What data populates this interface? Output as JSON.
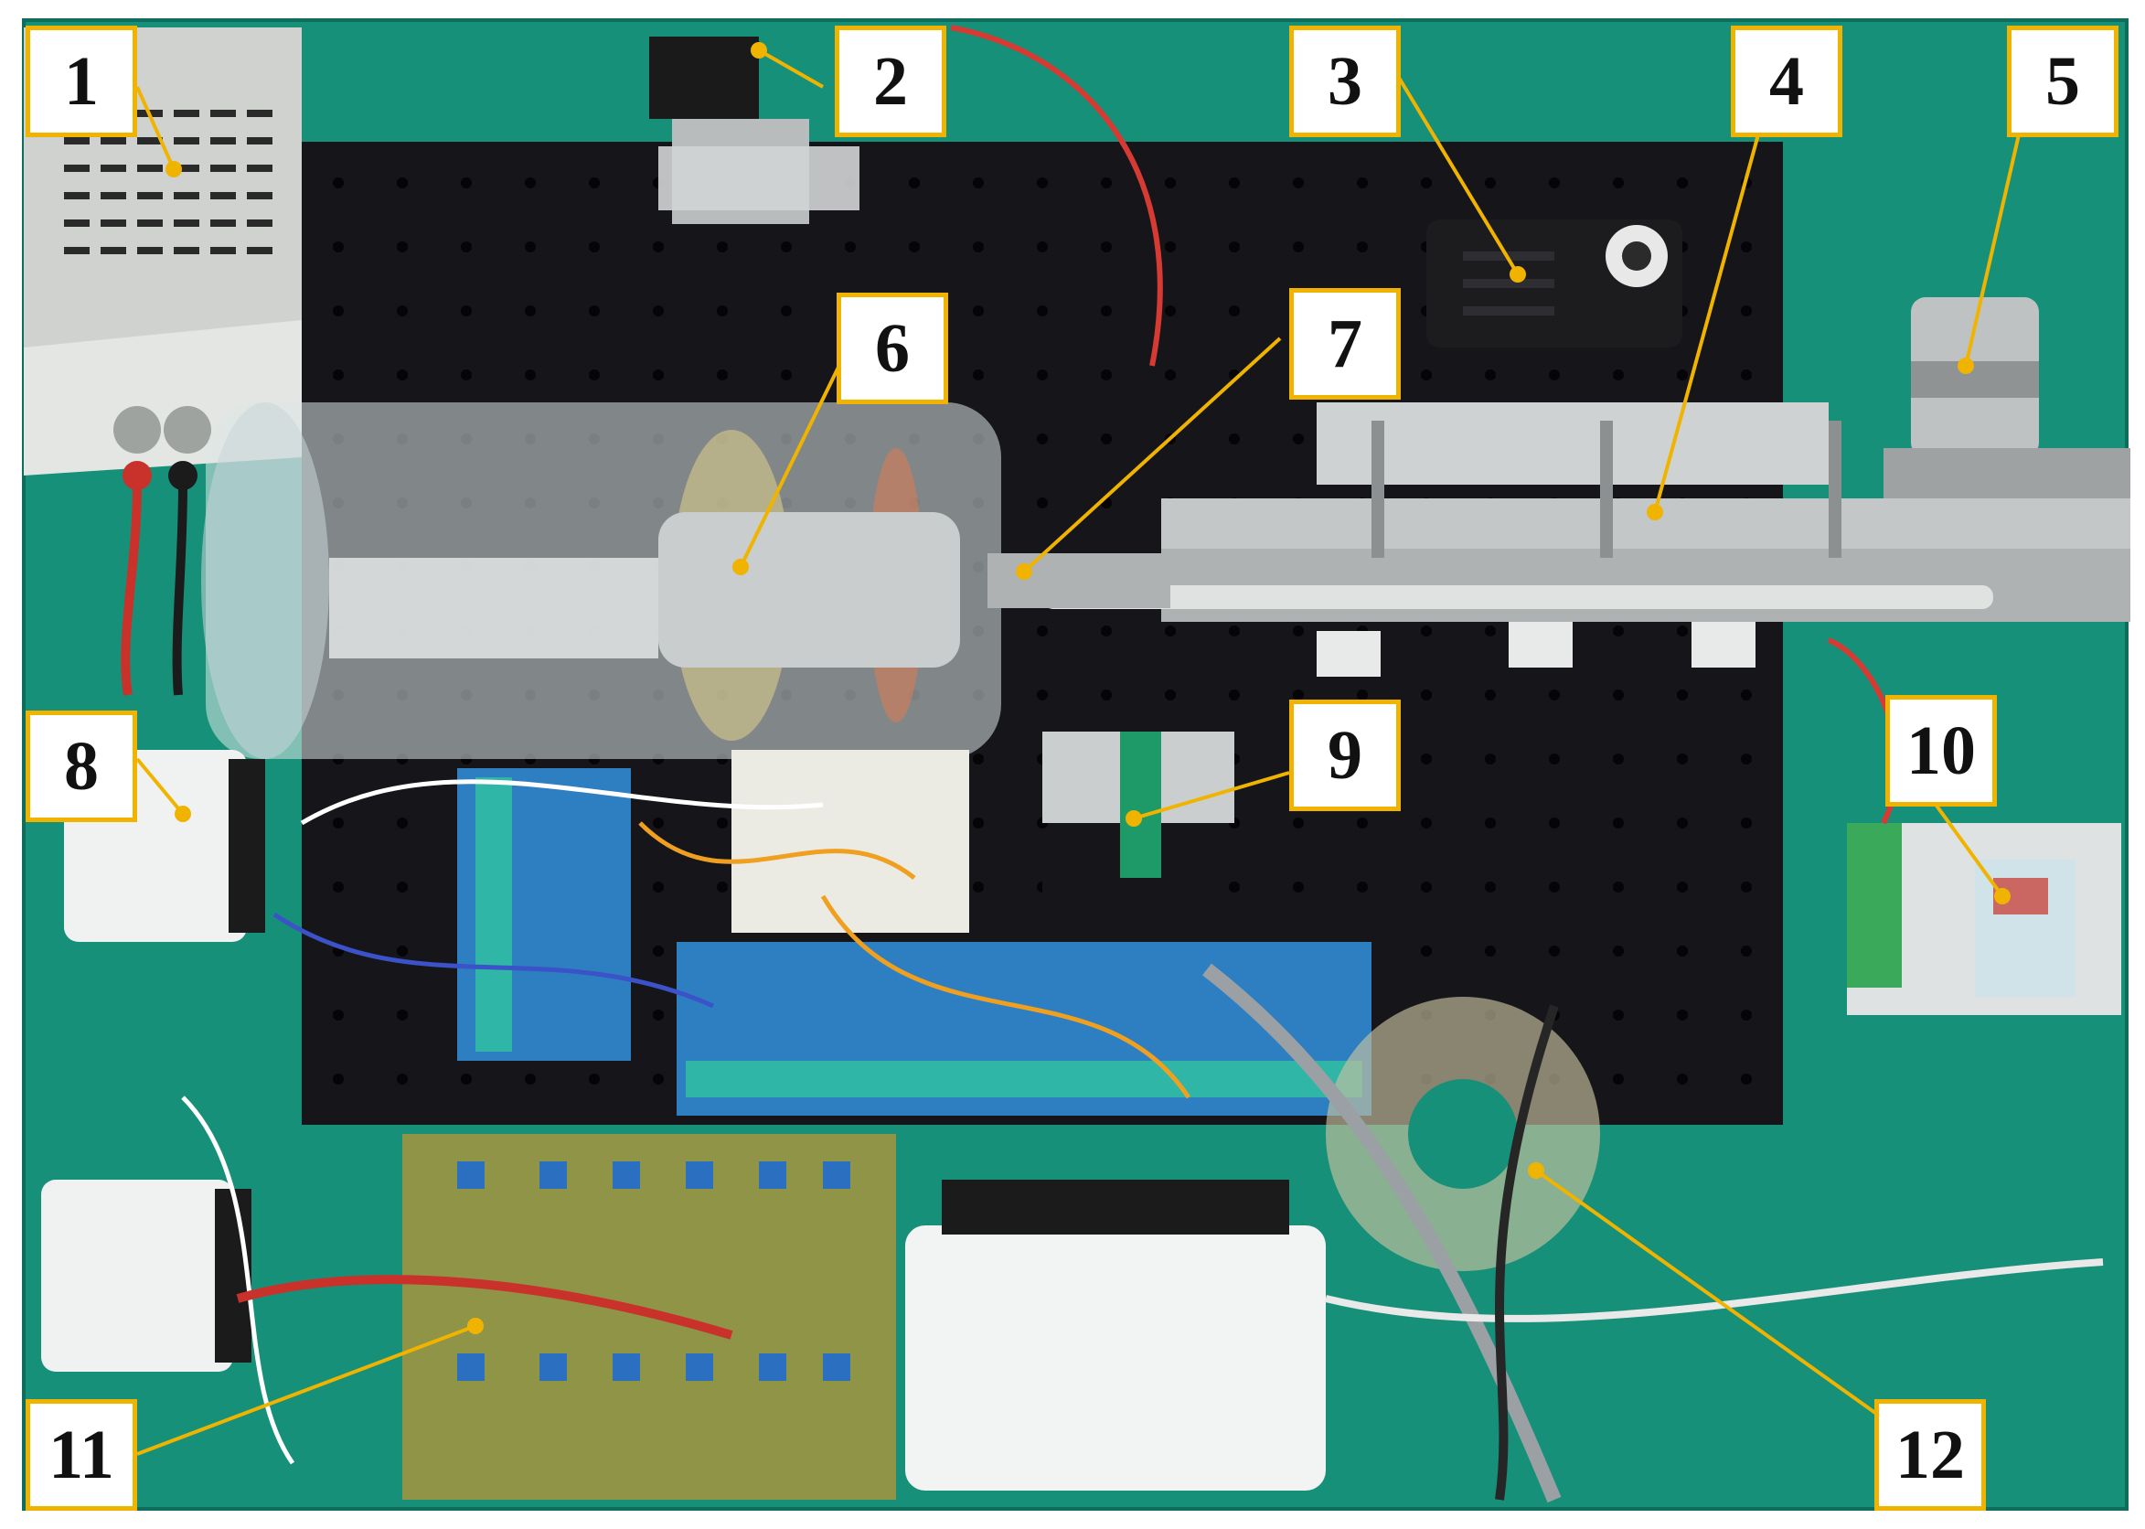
{
  "image": {
    "subject": "laboratory test bench with electronics on a green workbench",
    "colors": {
      "bench": "#17907a",
      "breadboard": "#15151a",
      "callout_border": "#f0b400",
      "leader": "#f0b400"
    }
  },
  "callouts": [
    {
      "id": "1",
      "label": "1"
    },
    {
      "id": "2",
      "label": "2"
    },
    {
      "id": "3",
      "label": "3"
    },
    {
      "id": "4",
      "label": "4"
    },
    {
      "id": "5",
      "label": "5"
    },
    {
      "id": "6",
      "label": "6"
    },
    {
      "id": "7",
      "label": "7"
    },
    {
      "id": "8",
      "label": "8"
    },
    {
      "id": "9",
      "label": "9"
    },
    {
      "id": "10",
      "label": "10"
    },
    {
      "id": "11",
      "label": "11"
    },
    {
      "id": "12",
      "label": "12"
    }
  ]
}
